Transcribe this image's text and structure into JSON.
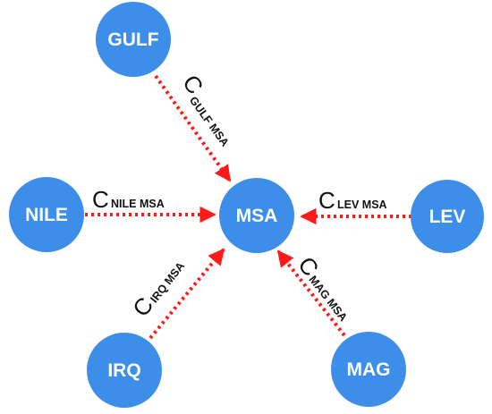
{
  "colors": {
    "node_fill": "#3d8ee8",
    "edge_color": "#ff1a1a",
    "label_color": "#ffffff",
    "text_color": "#111111"
  },
  "nodes": {
    "gulf": "GULF",
    "nile": "NILE",
    "msa": "MSA",
    "lev": "LEV",
    "irq": "IRQ",
    "mag": "MAG"
  },
  "edges": {
    "gulf": {
      "letter": "C",
      "subscript": "GULF MSA"
    },
    "nile": {
      "letter": "C",
      "subscript": "NILE MSA"
    },
    "lev": {
      "letter": "C",
      "subscript": "LEV MSA"
    },
    "irq": {
      "letter": "C",
      "subscript": "IRQ MSA"
    },
    "mag": {
      "letter": "C",
      "subscript": "MAG MSA"
    }
  }
}
